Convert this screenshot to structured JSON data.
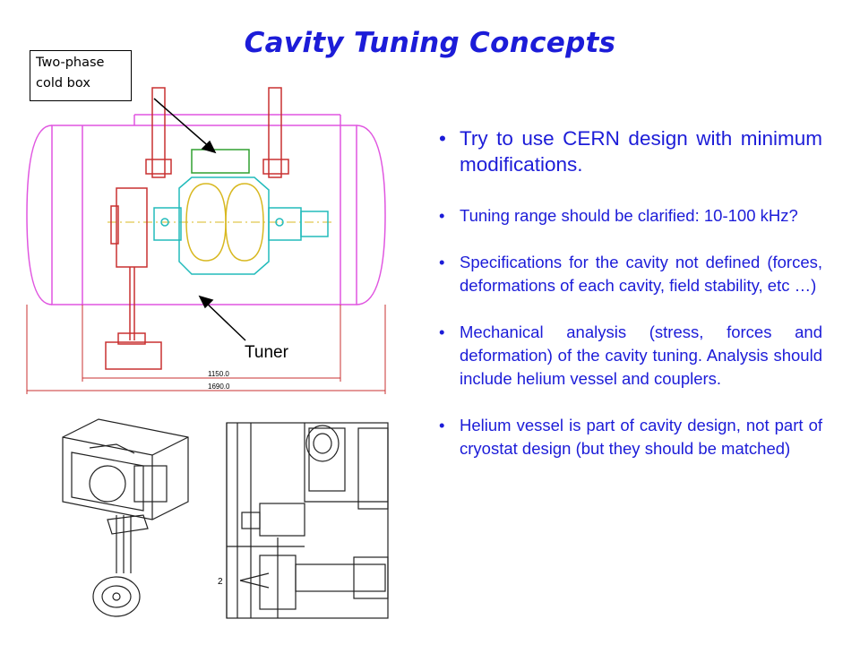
{
  "slide": {
    "title": "Cavity Tuning Concepts",
    "callout_label": "Two-phase cold box",
    "tuner_label": "Tuner",
    "dimension_inner": "1150.0",
    "dimension_outer": "1690.0",
    "detail_label": "2"
  },
  "bullets": [
    "Try to use CERN design with minimum modifications.",
    "Tuning range should be clarified: 10-100 kHz?",
    "Specifications for the cavity not defined (forces, deformations of each cavity, field stability, etc …)",
    "Mechanical analysis (stress, forces and deformation) of the cavity tuning. Analysis should include helium vessel and couplers.",
    "Helium vessel is part of cavity design, not part of cryostat design (but they should be matched)"
  ],
  "colors": {
    "title": "#1c1cd8",
    "bullet_text": "#1c1cd8",
    "vessel": "#e055e0",
    "helium_vessel": "#22bbbb",
    "cavity": "#d8b820",
    "tuner": "#c83030",
    "coldbox": "#30a030"
  }
}
